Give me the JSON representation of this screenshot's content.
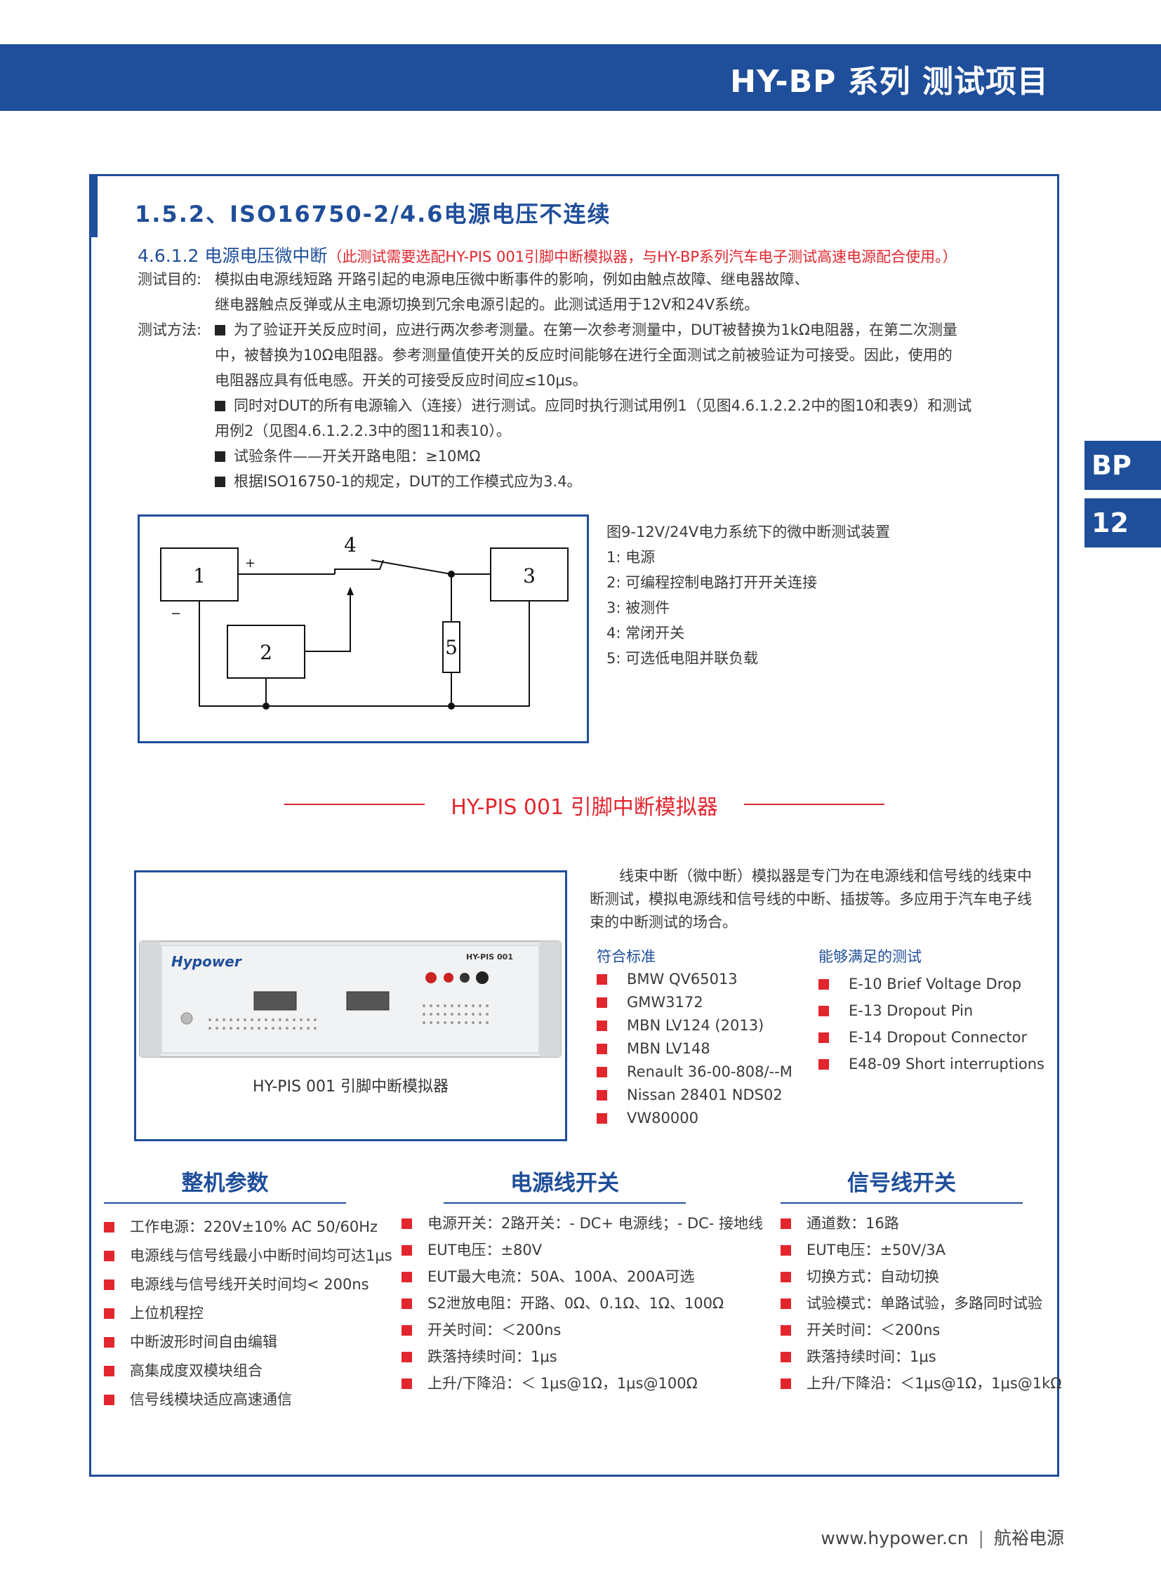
{
  "header": {
    "title": "HY-BP 系列  测试项目"
  },
  "side_tabs": {
    "section": "BP",
    "page": "12"
  },
  "section": {
    "title": "1.5.2、ISO16750-2/4.6电源电压不连续"
  },
  "subsection": {
    "title": "4.6.1.2 电源电压微中断",
    "note": "（此测试需要选配HY-PIS 001引脚中断模拟器，与HY-BP系列汽车电子测试高速电源配合使用。）"
  },
  "purpose": {
    "label": "测试目的:",
    "line1": "模拟由电源线短路 开路引起的电源电压微中断事件的影响，例如由触点故障、继电器故障、",
    "line2": "继电器触点反弹或从主电源切换到冗余电源引起的。此测试适用于12V和24V系统。"
  },
  "method": {
    "label": "测试方法:",
    "item1_line1": "为了验证开关反应时间，应进行两次参考测量。在第一次参考测量中，DUT被替换为1kΩ电阻器，在第二次测量",
    "item1_line2": "中，被替换为10Ω电阻器。参考测量值使开关的反应时间能够在进行全面测试之前被验证为可接受。因此，使用的",
    "item1_line3": "电阻器应具有低电感。开关的可接受反应时间应≤10μs。",
    "item2_line1": "同时对DUT的所有电源输入（连接）进行测试。应同时执行测试用例1（见图4.6.1.2.2.2中的图10和表9）和测试",
    "item2_line2": "用例2（见图4.6.1.2.2.3中的图11和表10）。",
    "item3": "试验条件——开关开路电阻：≥10MΩ",
    "item4": "根据ISO16750-1的规定，DUT的工作模式应为3.4。"
  },
  "diagram": {
    "box1": "1",
    "box2": "2",
    "box3": "3",
    "switch": "4",
    "resistor": "5",
    "plus": "+",
    "minus": "−"
  },
  "figure": {
    "title": "图9-12V/24V电力系统下的微中断测试装置",
    "items": [
      "1:   电源",
      "2:   可编程控制电路打开开关连接",
      "3:   被测件",
      "4:   常闭开关",
      "5:   可选低电阻并联负载"
    ]
  },
  "product": {
    "heading": "HY-PIS 001 引脚中断模拟器",
    "caption": "HY-PIS 001 引脚中断模拟器",
    "device_brand": "Hypower",
    "device_model": "HY-PIS 001",
    "description": "线束中断（微中断）模拟器是专门为在电源线和信号线的线束中断测试，模拟电源线和信号线的中断、插拔等。多应用于汽车电子线束的中断测试的场合。",
    "standards_title": "符合标准",
    "standards": [
      "BMW QV65013",
      "GMW3172",
      "MBN LV124 (2013)",
      "MBN LV148",
      "Renault 36-00-808/--M",
      "Nissan 28401 NDS02",
      "VW80000"
    ],
    "tests_title": "能够满足的测试",
    "tests": [
      "E-10 Brief Voltage Drop",
      "E-13 Dropout Pin",
      "E-14 Dropout Connector",
      "E48-09 Short interruptions"
    ]
  },
  "columns": {
    "machine": {
      "title": "整机参数",
      "items": [
        "工作电源：220V±10% AC 50/60Hz",
        "电源线与信号线最小中断时间均可达1μs",
        "电源线与信号线开关时间均< 200ns",
        "上位机程控",
        "中断波形时间自由编辑",
        "高集成度双模块组合",
        "信号线模块适应高速通信"
      ]
    },
    "power": {
      "title": "电源线开关",
      "items": [
        "电源开关：2路开关：- DC+ 电源线；- DC- 接地线",
        "EUT电压：±80V",
        "EUT最大电流：50A、100A、200A可选",
        "S2泄放电阻：开路、0Ω、0.1Ω、1Ω、100Ω",
        "开关时间：＜200ns",
        "跌落持续时间：1μs",
        "上升/下降沿：＜ 1μs@1Ω，1μs@100Ω"
      ]
    },
    "signal": {
      "title": "信号线开关",
      "items": [
        "通道数：16路",
        "EUT电压：±50V/3A",
        "切换方式：自动切换",
        "试验模式：单路试验，多路同时试验",
        "开关时间：＜200ns",
        "跌落持续时间：1μs",
        "上升/下降沿：＜1μs@1Ω，1μs@1kΩ"
      ]
    }
  },
  "footer": {
    "website": "www.hypower.cn",
    "separator": "|",
    "company": "航裕电源"
  },
  "colors": {
    "brand_blue": "#1f4e9a",
    "accent_red": "#e2262e"
  }
}
